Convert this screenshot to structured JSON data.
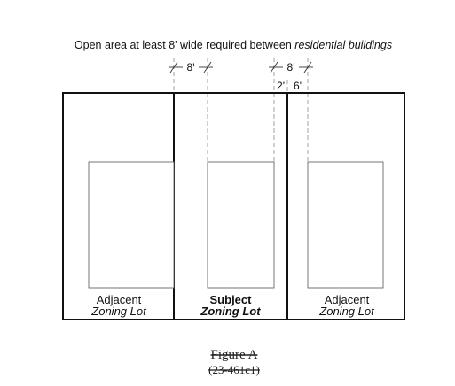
{
  "title": {
    "prefix": "Open area at least 8' wide required between ",
    "emphasis": "residential buildings"
  },
  "dimensions": {
    "left_gap": "8'",
    "right_gap": "8'",
    "right_split_a": "2'",
    "right_split_b": "6'"
  },
  "lots": [
    {
      "line1": "Adjacent",
      "line2": "Zoning Lot"
    },
    {
      "line1": "Subject",
      "line2": "Zoning Lot"
    },
    {
      "line1": "Adjacent",
      "line2": "Zoning Lot"
    }
  ],
  "caption": {
    "figure": "Figure A",
    "reference": "(23-461c1)"
  }
}
